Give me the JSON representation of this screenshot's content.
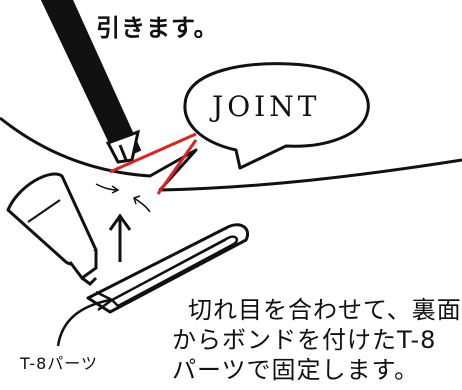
{
  "instruction_top": "引きます。",
  "joint_label": "JOINT",
  "part_label": "T-8パーツ",
  "instructions": [
    "切れ目を合わせて、裏面",
    "からボンドを付けたT-8",
    "パーツで固定します。"
  ],
  "colors": {
    "line": "#111111",
    "accent": "#e0201c",
    "background": "#ffffff"
  }
}
